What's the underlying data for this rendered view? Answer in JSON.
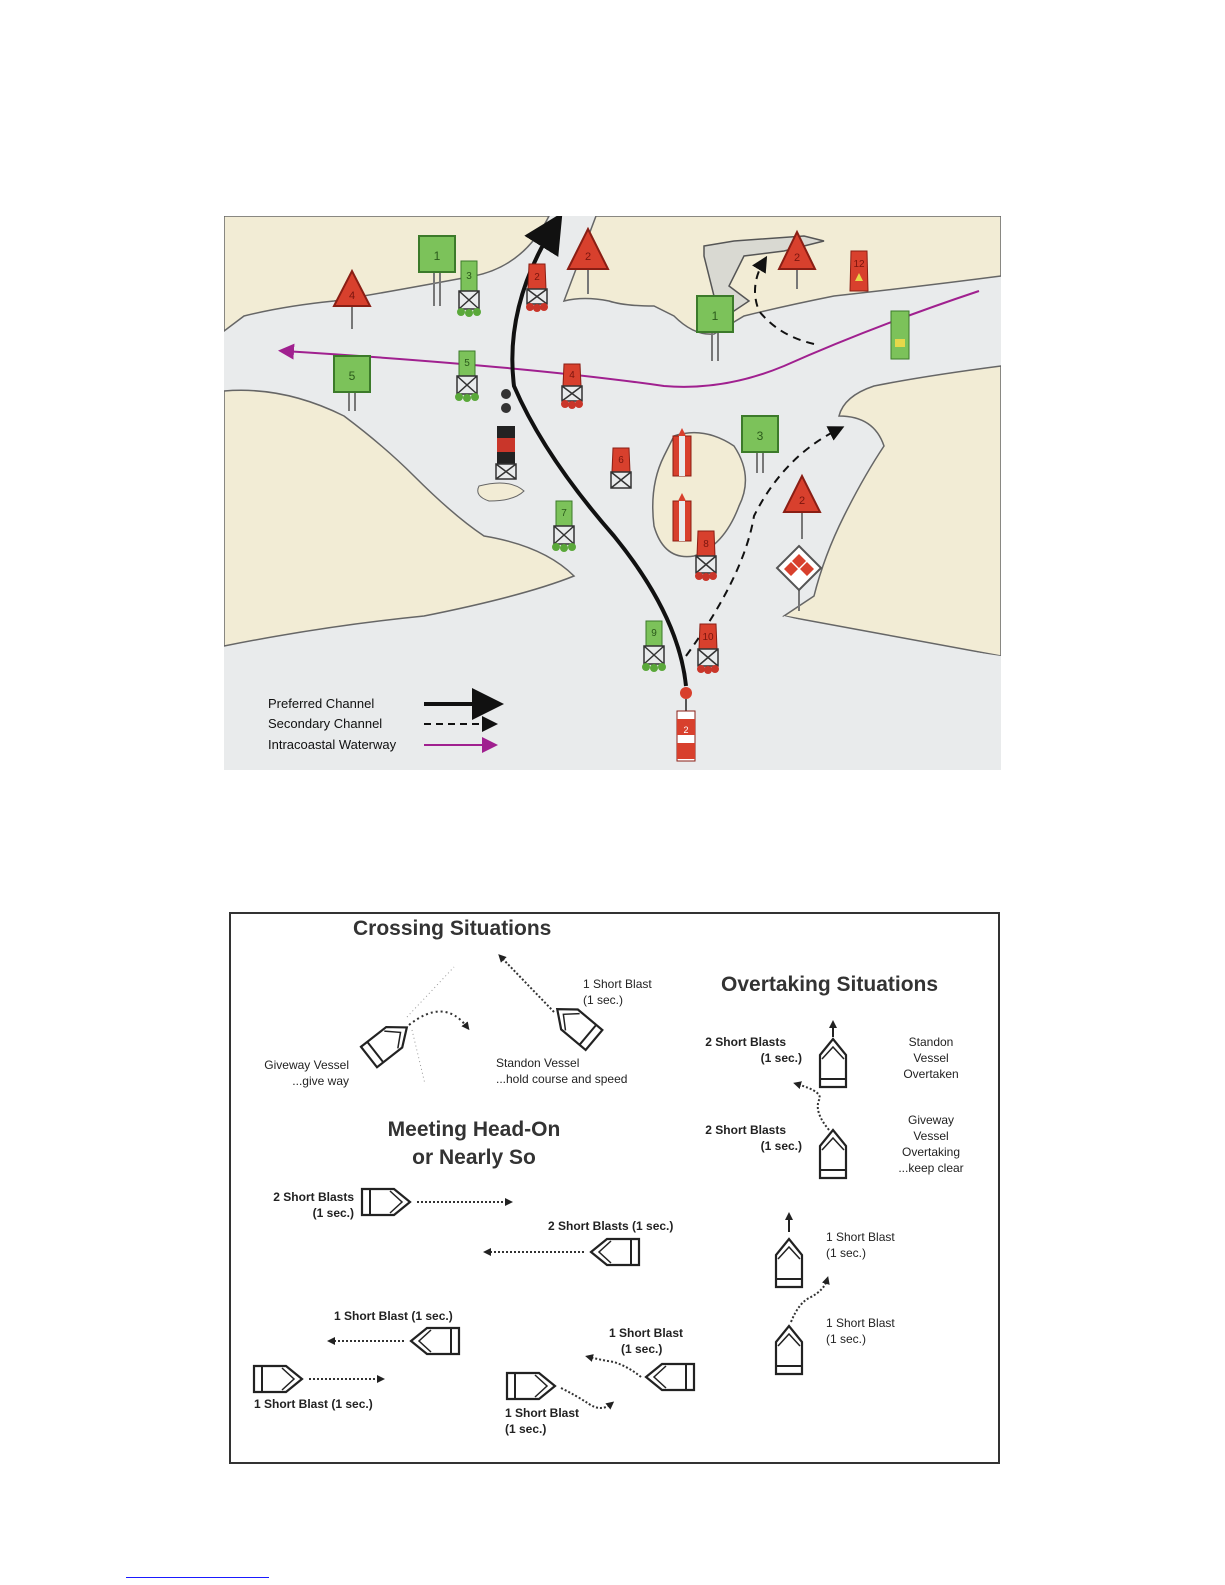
{
  "chart": {
    "legend": [
      {
        "label": "Preferred Channel",
        "style": "solid-black"
      },
      {
        "label": "Secondary Channel",
        "style": "dashed-black"
      },
      {
        "label": "Intracoastal Waterway",
        "style": "solid-purple"
      }
    ],
    "markers": {
      "green_square_1a": "1",
      "green_square_1b": "1",
      "green_square_5": "5",
      "green_square_3": "3",
      "green_can_3": "3",
      "green_can_5": "5",
      "green_can_7": "7",
      "green_can_9": "9",
      "red_triangle_4": "4",
      "red_triangle_2a": "2",
      "red_triangle_2b": "2",
      "red_triangle_2c": "2",
      "red_nun_2": "2",
      "red_nun_4": "4",
      "red_nun_6": "6",
      "red_nun_8": "8",
      "red_nun_10": "10",
      "red_nun_12": "12",
      "red_bell_2": "2"
    },
    "colors": {
      "land": "#f1ecd6",
      "water": "#e8ebee",
      "green": "#6bb84a",
      "red": "#d23a2a",
      "icw": "#a0208f"
    }
  },
  "rules": {
    "crossing": {
      "title": "Crossing Situations",
      "giveway_line1": "Giveway Vessel",
      "giveway_line2": "...give way",
      "standon_line1": "Standon Vessel",
      "standon_line2": "...hold course and speed",
      "blast_line1": "1 Short Blast",
      "blast_line2": "(1 sec.)"
    },
    "overtaking": {
      "title": "Overtaking Situations",
      "blast2a_line1": "2 Short Blasts",
      "blast2a_line2": "(1 sec.)",
      "standon_line1": "Standon",
      "standon_line2": "Vessel",
      "standon_line3": "Overtaken",
      "blast2b_line1": "2 Short Blasts",
      "blast2b_line2": "(1 sec.)",
      "giveway_line1": "Giveway",
      "giveway_line2": "Vessel",
      "giveway_line3": "Overtaking",
      "giveway_line4": "...keep clear",
      "blast1a_line1": "1 Short Blast",
      "blast1a_line2": "(1 sec.)",
      "blast1b_line1": "1 Short Blast",
      "blast1b_line2": "(1 sec.)"
    },
    "meeting": {
      "title_line1": "Meeting Head-On",
      "title_line2": "or Nearly So",
      "blast_a_line1": "2 Short Blasts",
      "blast_a_line2": "(1 sec.)",
      "blast_b": "2 Short Blasts (1 sec.)",
      "blast_c": "1 Short Blast (1 sec.)",
      "blast_d": "1 Short Blast (1 sec.)",
      "blast_e_line1": "1 Short Blast",
      "blast_e_line2": "(1 sec.)",
      "blast_f_line1": "1 Short Blast",
      "blast_f_line2": "(1 sec.)"
    }
  }
}
